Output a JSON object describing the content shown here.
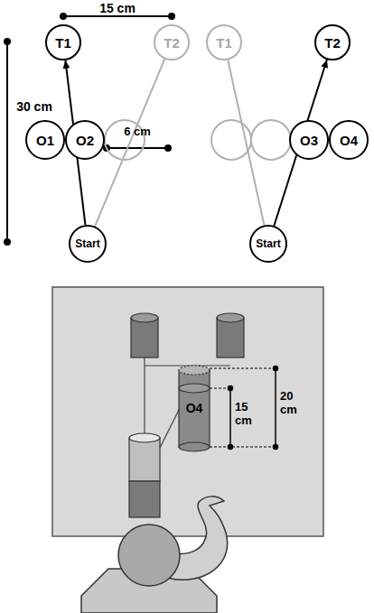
{
  "diagram": {
    "nodes": [
      {
        "text": [
          "T1"
        ]
      },
      {
        "text": [
          "T2"
        ]
      },
      {
        "text": [
          "T1"
        ]
      },
      {
        "text": [
          "T2"
        ]
      },
      {
        "text": [
          "O1"
        ]
      },
      {
        "text": [
          "O2"
        ]
      },
      {
        "text": [
          "O3"
        ]
      },
      {
        "text": [
          "O4"
        ]
      },
      {
        "text": [
          "Start"
        ]
      },
      {
        "text": [
          "Start"
        ]
      }
    ],
    "edges": [
      {
        "from": 8,
        "to": 0,
        "arrow": "to"
      },
      {
        "from": 8,
        "to": 1,
        "arrow": "none"
      },
      {
        "from": 9,
        "to": 2,
        "arrow": "none"
      },
      {
        "from": 9,
        "to": 3,
        "arrow": "to"
      }
    ],
    "labels": [
      "15 cm",
      "30 cm",
      "6 cm",
      "O4",
      "15 cm",
      "20 cm"
    ]
  }
}
